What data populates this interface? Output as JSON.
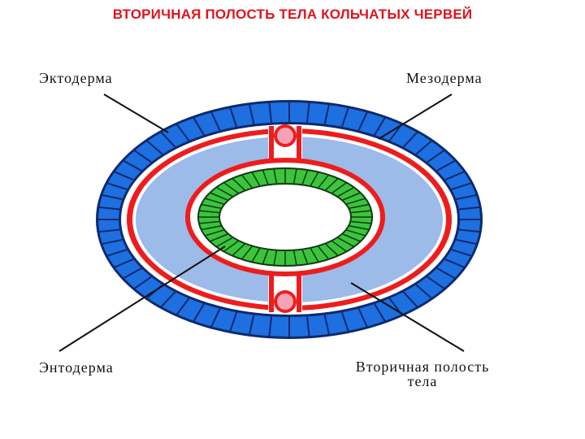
{
  "title": "ВТОРИЧНАЯ ПОЛОСТЬ ТЕЛА КОЛЬЧАТЫХ ЧЕРВЕЙ",
  "labels": {
    "ectoderm": "Эктодерма",
    "mesoderm": "Мезодерма",
    "endoderm": "Энтодерма",
    "cavity_line1": "Вторичная полость",
    "cavity_line2": "тела"
  },
  "colors": {
    "title": "#e0141e",
    "ectoderm_cell": "#1e6fe0",
    "ectoderm_border": "#0d2a6e",
    "mesoderm": "#ee1c1c",
    "cavity": "#9dbbe8",
    "endoderm_cell": "#3cc43c",
    "endoderm_border": "#0f3a12",
    "mesentery_node": "#f4a3b6"
  }
}
